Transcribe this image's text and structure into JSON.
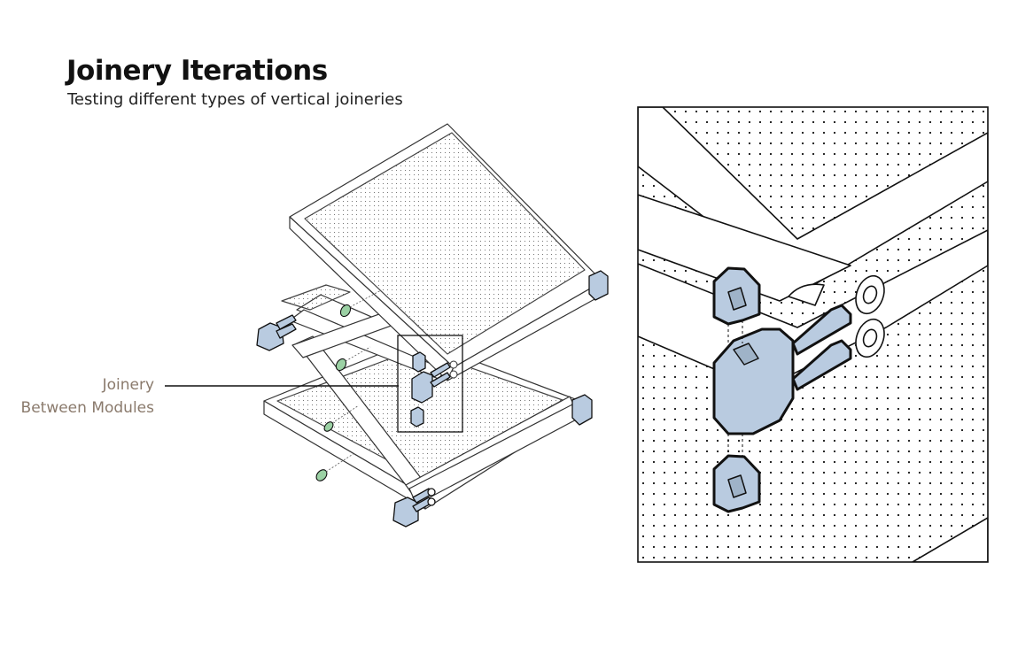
{
  "header": {
    "title": "Joinery Iterations",
    "subtitle": "Testing different types of vertical joineries"
  },
  "callout": {
    "line1": "Joinery",
    "line2": "Between Modules"
  },
  "colors": {
    "joinery_blue": "#b9cbe0",
    "pin_green": "#9bd1a4",
    "label_brown": "#8a7a6c",
    "stroke": "#111111"
  }
}
